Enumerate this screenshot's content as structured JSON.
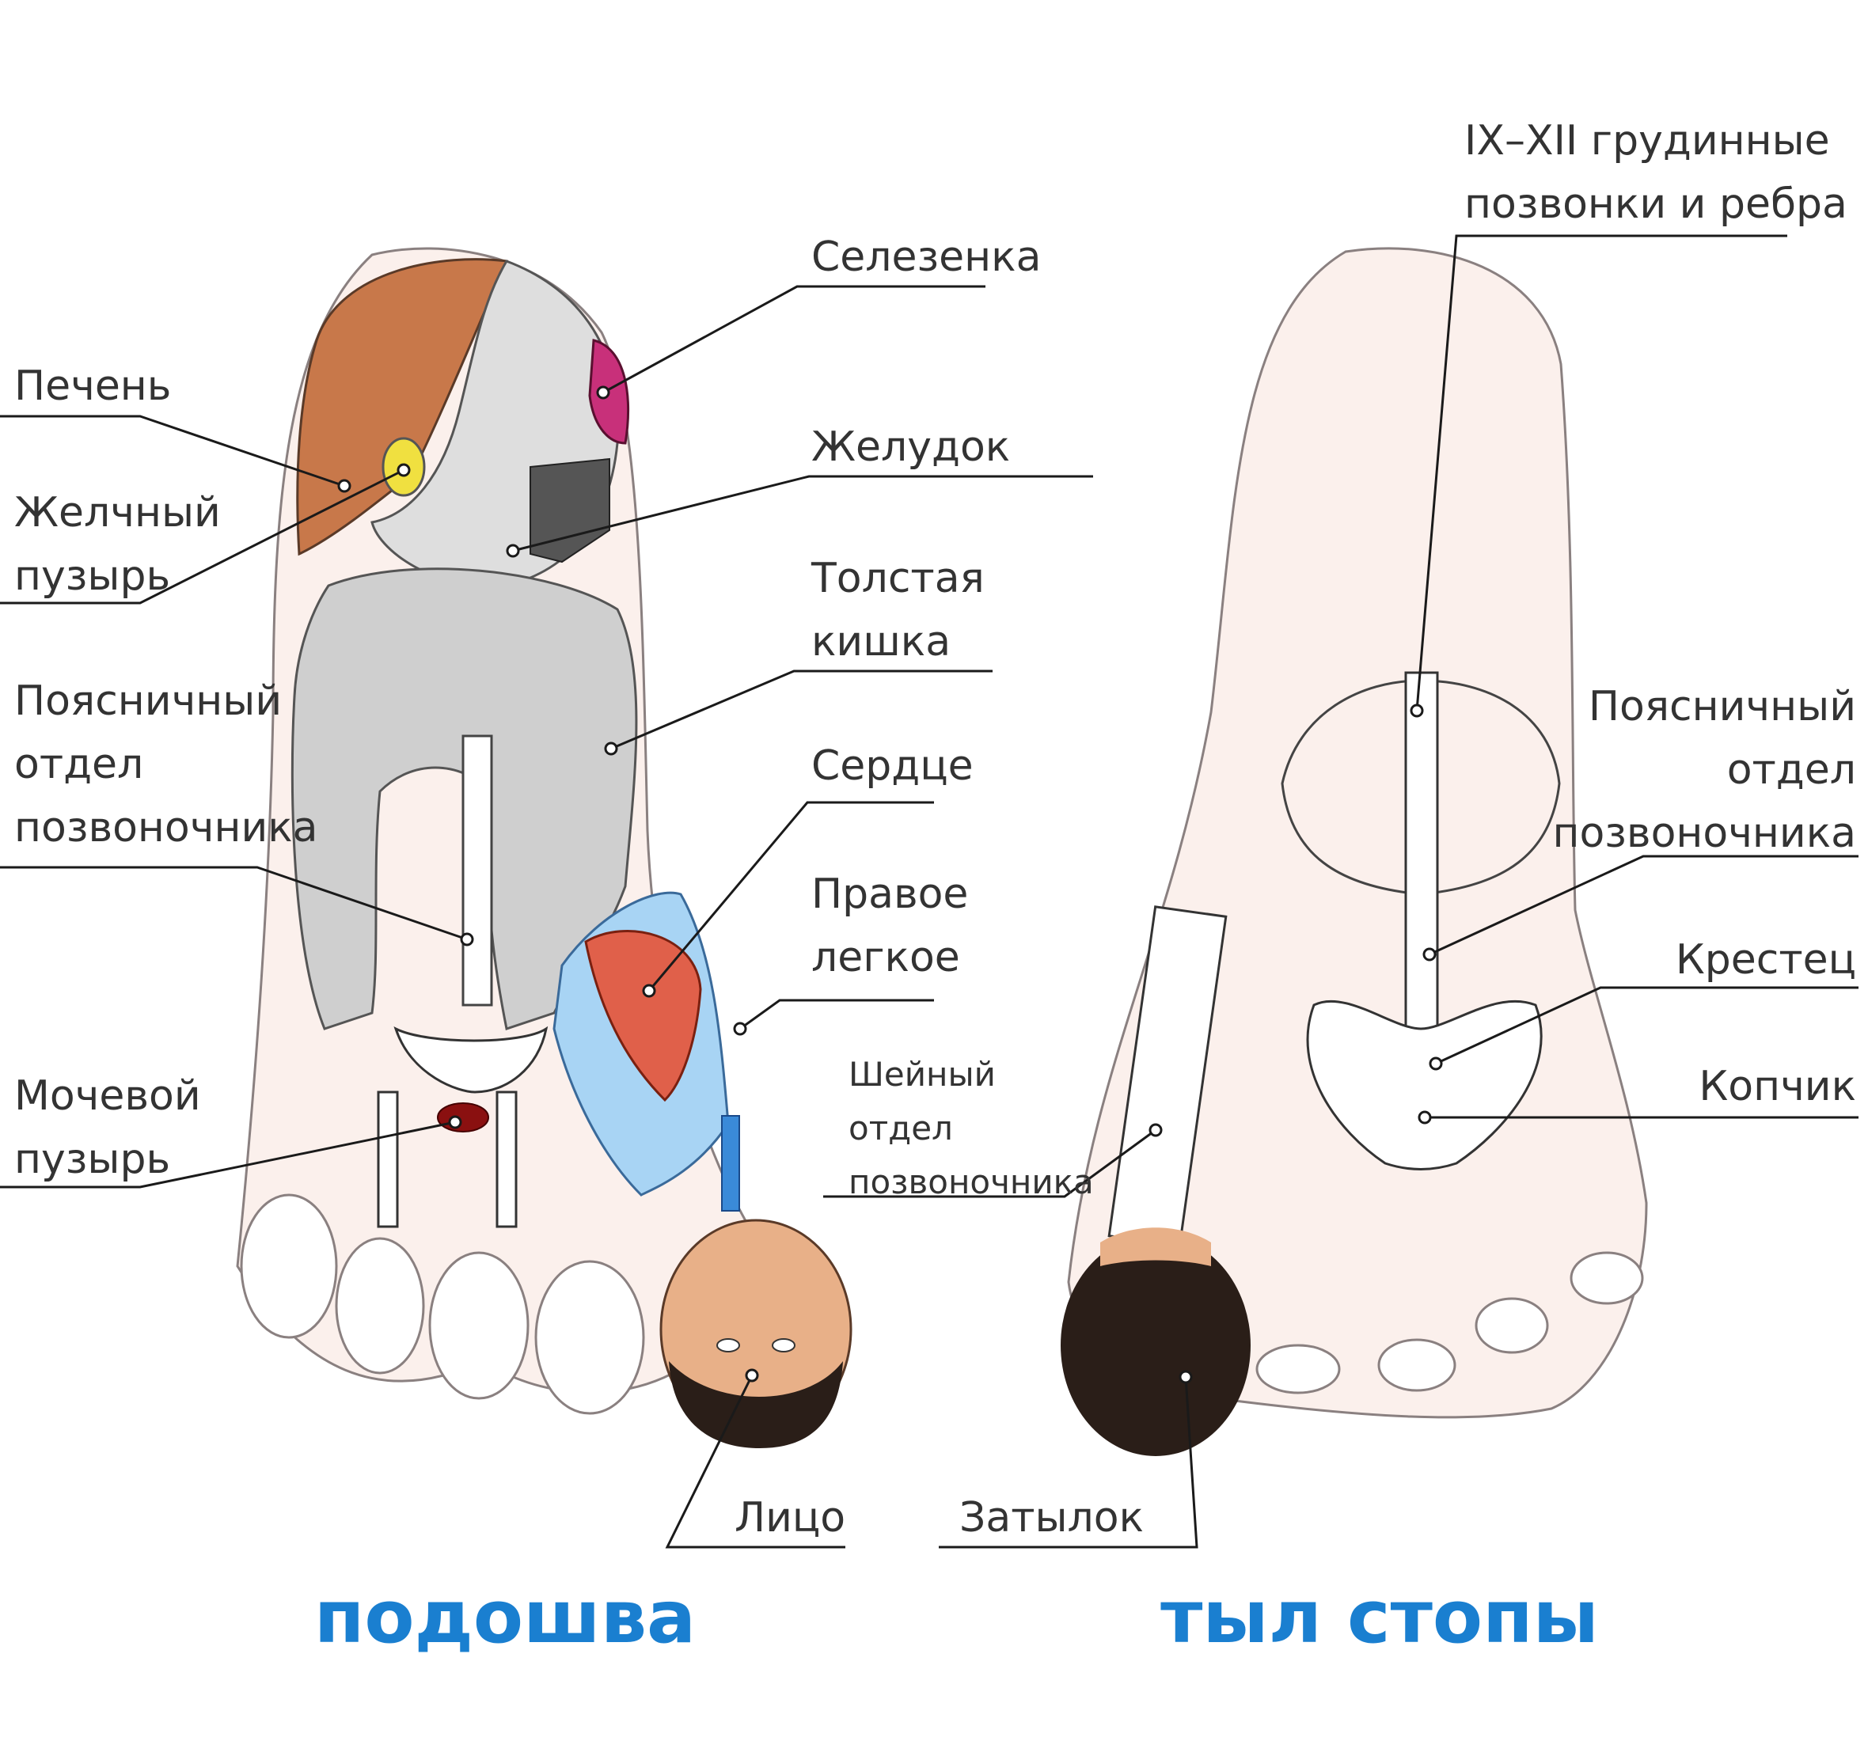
{
  "captions": {
    "sole": "подошва",
    "dorsum": "тыл стопы"
  },
  "labels": {
    "liver": "Печень",
    "gallbladder_line1": "Желчный",
    "gallbladder_line2": "пузырь",
    "lumbar_left_line1": "Поясничный",
    "lumbar_left_line2": "отдел",
    "lumbar_left_line3": "позвоночника",
    "bladder_line1": "Мочевой",
    "bladder_line2": "пузырь",
    "spleen": "Селезенка",
    "stomach": "Желудок",
    "colon_line1": "Толстая",
    "colon_line2": "кишка",
    "heart": "Сердце",
    "right_lung_line1": "Правое",
    "right_lung_line2": "легкое",
    "cervical_line1": "Шейный",
    "cervical_line2": "отдел",
    "cervical_line3": "позвоночника",
    "face": "Лицо",
    "occiput": "Затылок",
    "thoracic_line1": "IX–XII грудинные",
    "thoracic_line2": "позвонки и ребра",
    "lumbar_right_line1": "Поясничный",
    "lumbar_right_line2": "отдел",
    "lumbar_right_line3": "позвоночника",
    "sacrum": "Крестец",
    "coccyx": "Копчик"
  },
  "colors": {
    "caption_blue": "#1a7fd0",
    "liver": "#c8784a",
    "gallbladder": "#f0e040",
    "spleen": "#c8307a",
    "lung": "#a8d4f4",
    "heart": "#e0604a",
    "bladder": "#8a1010",
    "foot_fill": "#fbf0ec",
    "foot_stroke": "#8a8080",
    "hair": "#2a1e18",
    "skin": "#e8b088"
  }
}
